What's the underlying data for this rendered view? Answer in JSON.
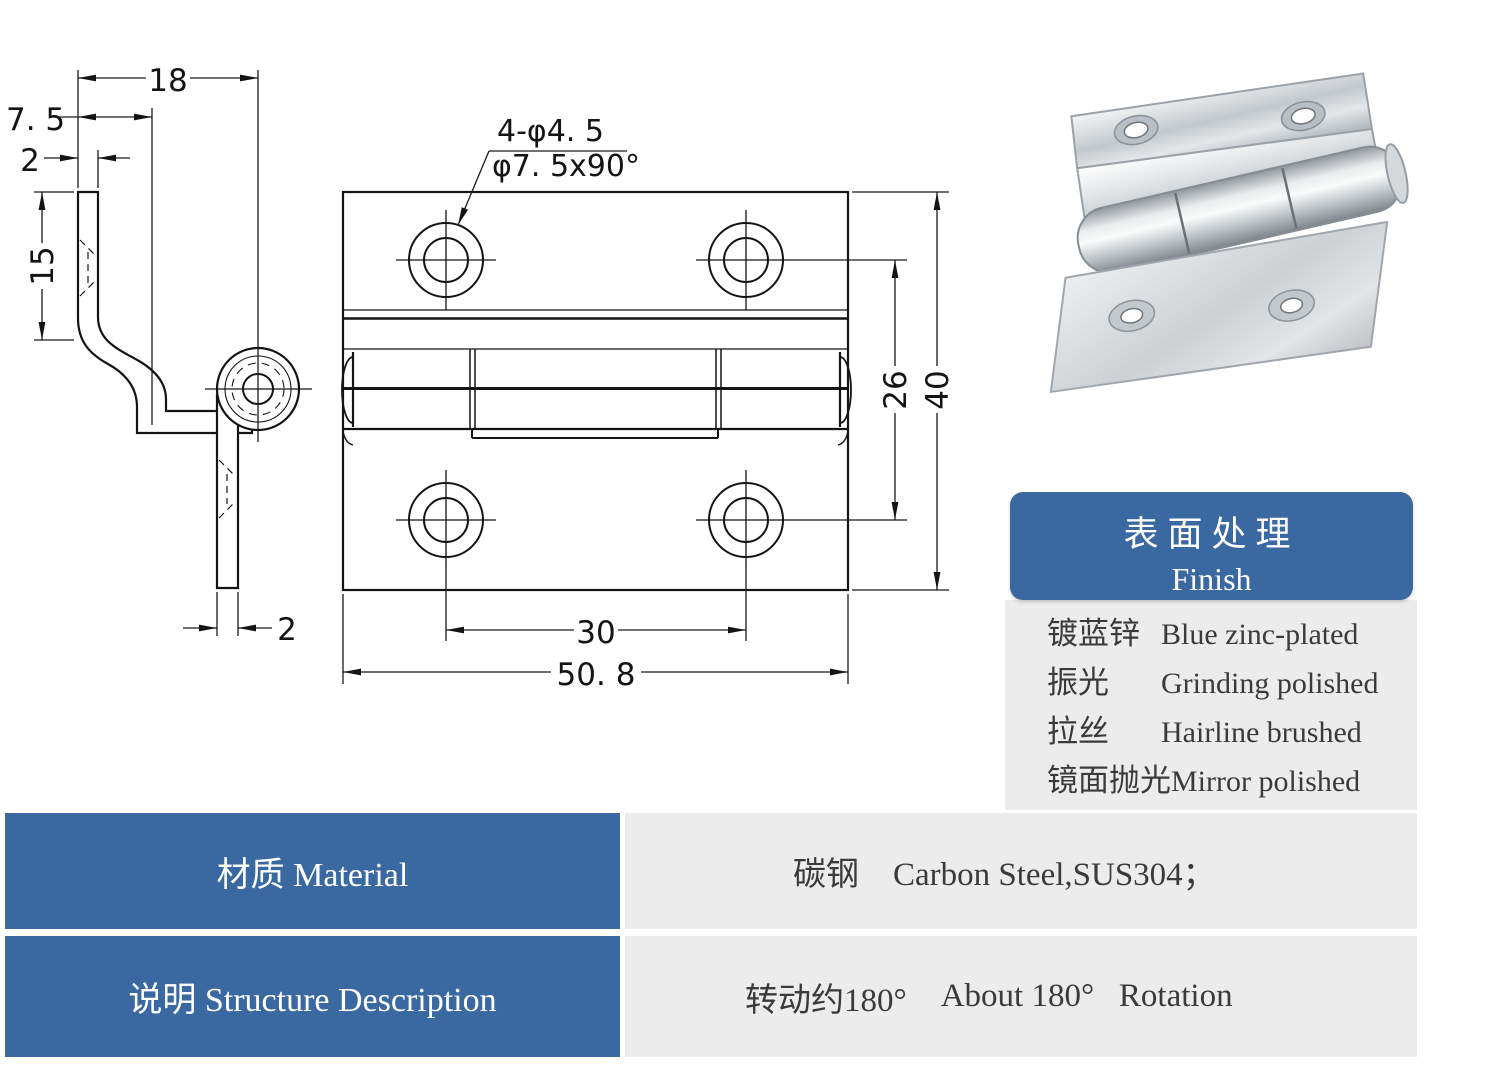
{
  "drawing": {
    "side_view": {
      "dim_top_width": "18",
      "dim_flange_offset": "7. 5",
      "dim_flange_thickness": "2",
      "dim_flange_height": "15",
      "dim_leg_thickness": "2"
    },
    "front_view": {
      "callout_line1": "4-φ4. 5",
      "callout_line2": "φ7. 5x90°",
      "dim_hole_row_spacing": "26",
      "dim_plate_height": "40",
      "dim_hole_col_spacing": "30",
      "dim_plate_width": "50. 8"
    }
  },
  "finish_panel": {
    "title_zh": "表面处理",
    "title_en": "Finish",
    "rows": [
      {
        "zh": "镀蓝锌",
        "en": "Blue zinc-plated"
      },
      {
        "zh": "振光",
        "en": "Grinding polished"
      },
      {
        "zh": "拉丝",
        "en": "Hairline brushed"
      },
      {
        "zh": "镜面抛光",
        "en": "Mirror polished"
      }
    ]
  },
  "spec_table": {
    "rows": [
      {
        "label": "材质 Material",
        "value_zh": "碳钢",
        "value_en": "Carbon Steel,SUS304；"
      },
      {
        "label": "说明 Structure Description",
        "value_zh": "转动约180°",
        "value_en": "About 180°   Rotation"
      }
    ]
  },
  "colors": {
    "accent_blue": "#3a69a2",
    "panel_gray": "#ececec",
    "line_dark": "#141414",
    "text_dark": "#3a3a38"
  }
}
